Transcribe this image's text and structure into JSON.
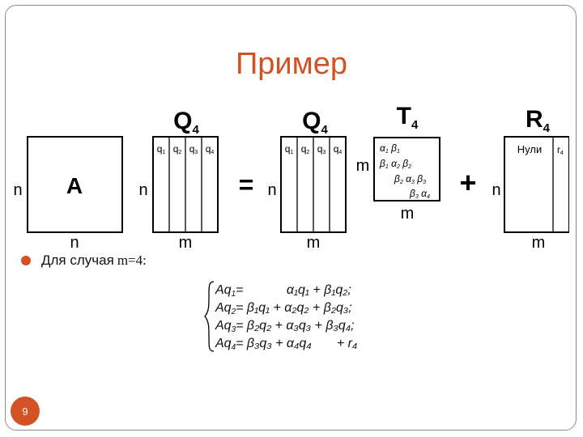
{
  "title": "Пример",
  "figure": {
    "labels": {
      "A": "A",
      "Q4": "Q",
      "Q4_sub": "4",
      "T4": "T",
      "T4_sub": "4",
      "R4": "R",
      "R4_sub": "4",
      "n": "n",
      "m": "m",
      "equals": "=",
      "plus": "+",
      "zeros": "Нули",
      "r4": "r",
      "r4_sub": "4"
    },
    "q_columns": [
      {
        "q": "q",
        "sub": "1"
      },
      {
        "q": "q",
        "sub": "2"
      },
      {
        "q": "q",
        "sub": "3"
      },
      {
        "q": "q",
        "sub": "4"
      }
    ],
    "t_rows": [
      [
        {
          "s": "α",
          "sub": "1"
        },
        {
          "s": "β",
          "sub": "1"
        }
      ],
      [
        {
          "s": "β",
          "sub": "1"
        },
        {
          "s": "α",
          "sub": "2"
        },
        {
          "s": "β",
          "sub": "2"
        }
      ],
      [
        {
          "s": "β",
          "sub": "2"
        },
        {
          "s": "α",
          "sub": "3"
        },
        {
          "s": "β",
          "sub": "3"
        }
      ],
      [
        {
          "s": "β",
          "sub": "3"
        },
        {
          "s": "α",
          "sub": "4"
        }
      ]
    ]
  },
  "bullet": {
    "text": "Для случая",
    "math": "m=4:"
  },
  "equations": [
    {
      "lhs": "Aq",
      "lhs_sub": "1",
      "rhs": "=            α₁q₁ + β₁q₂;"
    },
    {
      "lhs": "Aq",
      "lhs_sub": "2",
      "rhs": "= β₁q₁ + α₂q₂ + β₂q₃;"
    },
    {
      "lhs": "Aq",
      "lhs_sub": "3",
      "rhs": "= β₂q₂ + α₃q₃ + β₃q₄;"
    },
    {
      "lhs": "Aq",
      "lhs_sub": "4",
      "rhs": "= β₃q₃ + α₄q₄       + r₄"
    }
  ],
  "page_number": "9",
  "colors": {
    "accent": "#d35225",
    "text": "#111111",
    "frame": "#8c8c8c"
  }
}
